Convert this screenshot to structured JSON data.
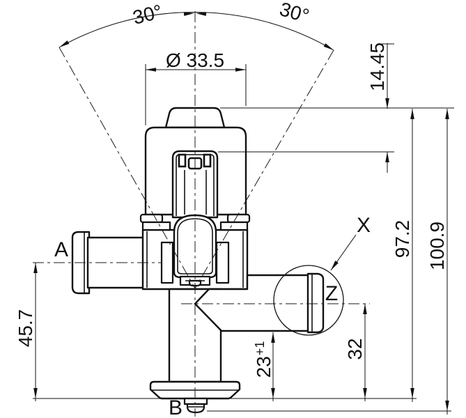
{
  "drawing": {
    "labels": {
      "port_a": "A",
      "port_b": "B",
      "detail_x": "X",
      "detail_z": "Z"
    },
    "dimensions": {
      "angle_left": "30°",
      "angle_right": "30°",
      "diameter": "Ø 33.5",
      "cap_offset": "14.45",
      "upper_height": "97.2",
      "overall_height": "100.9",
      "port_a_height": "45.7",
      "side_port_height": "32",
      "outlet_height": "23",
      "outlet_tolerance": "+1"
    }
  }
}
